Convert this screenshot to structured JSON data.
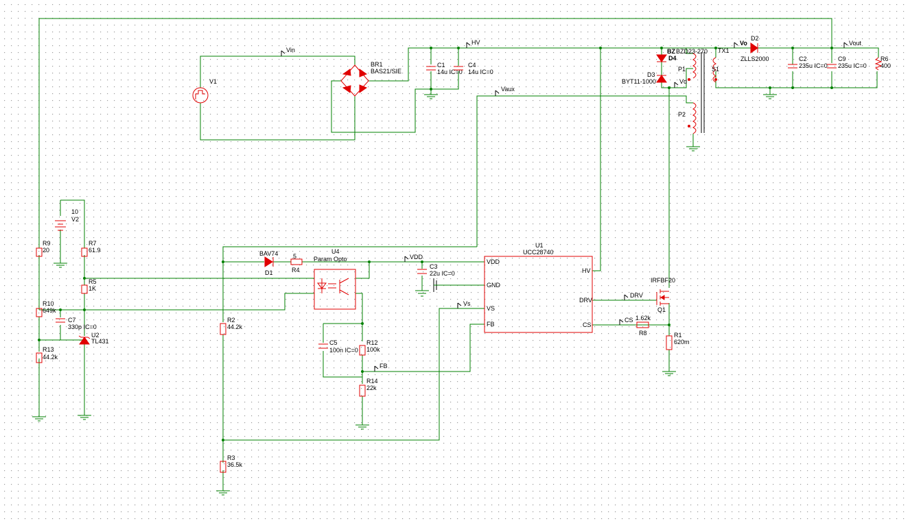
{
  "schematic": {
    "nets": {
      "vin": "Vin",
      "hv": "HV",
      "vaux": "Vaux",
      "vout": "Vout",
      "vo": "Vo",
      "vd": "Vd",
      "vdd": "VDD",
      "vs": "Vs",
      "fb": "FB",
      "drv": "DRV",
      "cs": "CS"
    },
    "components": {
      "v1": {
        "ref": "V1"
      },
      "br1": {
        "ref": "BR1",
        "value": "BAS21/SIE"
      },
      "c1": {
        "ref": "C1",
        "value": "14u IC=0"
      },
      "c4": {
        "ref": "C4",
        "value": "14u IC=0"
      },
      "d4": {
        "ref": "D4",
        "value": "BZD23-270",
        "prefix": "BZ"
      },
      "d3": {
        "ref": "D3",
        "value": "BYT11-1000"
      },
      "tx1": {
        "ref": "TX1",
        "p1": "P1",
        "p2": "P2",
        "s1": "S1"
      },
      "d2": {
        "ref": "D2",
        "value": "ZLLS2000"
      },
      "c2": {
        "ref": "C2",
        "value": "235u IC=0"
      },
      "c9": {
        "ref": "C9",
        "value": "235u IC=0"
      },
      "r6": {
        "ref": "R6",
        "value": "400"
      },
      "v2": {
        "ref": "V2",
        "value": "10"
      },
      "r9": {
        "ref": "R9",
        "value": "20"
      },
      "r7": {
        "ref": "R7",
        "value": "61.9"
      },
      "r5": {
        "ref": "R5",
        "value": "1K"
      },
      "r10": {
        "ref": "R10",
        "value": "649k"
      },
      "c7": {
        "ref": "C7",
        "value": "330p IC=0"
      },
      "u2": {
        "ref": "U2",
        "value": "TL431"
      },
      "r13": {
        "ref": "R13",
        "value": "44.2k"
      },
      "d1": {
        "ref": "D1",
        "value": "BAV74"
      },
      "r4": {
        "ref": "R4",
        "value": "5"
      },
      "u4": {
        "ref": "U4",
        "value": "Param Opto"
      },
      "r2": {
        "ref": "R2",
        "value": "44.2k"
      },
      "r3": {
        "ref": "R3",
        "value": "36.5k"
      },
      "c5": {
        "ref": "C5",
        "value": "100n IC=0"
      },
      "r12": {
        "ref": "R12",
        "value": "100k"
      },
      "r14": {
        "ref": "R14",
        "value": "22k"
      },
      "c3": {
        "ref": "C3",
        "value": "22u IC=0"
      },
      "u1": {
        "ref": "U1",
        "value": "UCC28740",
        "pins": [
          "VDD",
          "GND",
          "VS",
          "FB",
          "HV",
          "DRV",
          "CS"
        ]
      },
      "q1": {
        "ref": "Q1",
        "value": "IRFBF20"
      },
      "r8": {
        "ref": "R8",
        "value": "1.62k"
      },
      "r1": {
        "ref": "R1",
        "value": "620m"
      }
    }
  },
  "colors": {
    "wire": "#008000",
    "component": "#e00000",
    "grid": "#9a9a9a",
    "text": "#000000"
  }
}
